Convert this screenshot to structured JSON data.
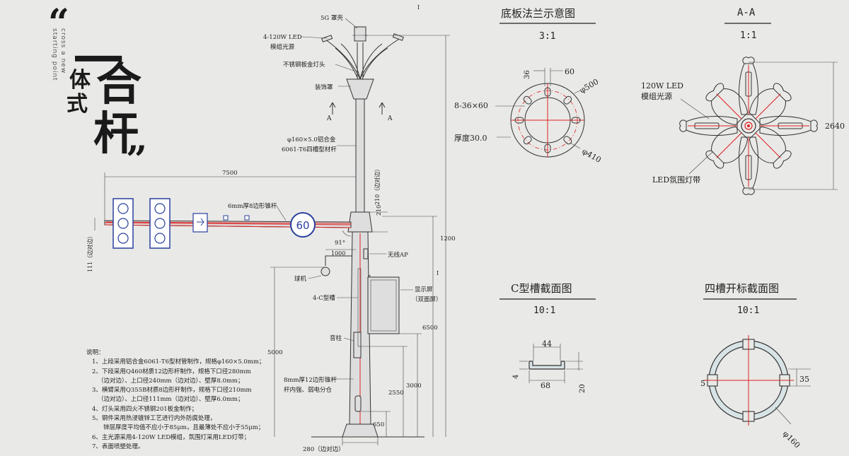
{
  "headline": {
    "open_quote": "“",
    "char_yi": "一",
    "char_ti": "体",
    "char_shi": "式",
    "char_he": "合",
    "char_gan": "杆",
    "close_quote": "”",
    "tagline_1": "cross a new",
    "tagline_2": "starting point"
  },
  "pole": {
    "labels": {
      "5g_cover": "5G 罩壳",
      "led_module": "4-120W LED",
      "led_module_2": "模组光源",
      "lamp_head": "不锈钢板金灯头",
      "decor_cover": "装饰罩",
      "section_a_left": "A",
      "section_a_right": "A",
      "upper_pole": "φ160×5.0铝合金",
      "upper_pole_2": "6061-T6四槽型材杆",
      "arm": "6mm厚8边形锥杆",
      "speed_sign": "60",
      "angle": "91°",
      "wireless_ap": "无线AP",
      "dome_camera": "球机",
      "c_groove": "4-C型槽",
      "display": "显示屏",
      "display_2": "（双面屏）",
      "speaker": "音柱",
      "lower_pole": "8mm厚12边形锥杆",
      "lower_pole_2": "杆内强、弱电分仓",
      "tick_mark": "I"
    },
    "dims": {
      "arm_length": "7500",
      "arm_mount": "210（边对边）",
      "arm_mount_2": "210",
      "arm_end": "111（边对边）",
      "offset": "1000",
      "total": "1200",
      "h6500": "6500",
      "h5000": "5000",
      "h3000": "3000",
      "h2550": "2550",
      "h650": "650",
      "base": "280（边对边）"
    }
  },
  "notes": {
    "title": "说明：",
    "lines": [
      "1、上段采用铝合金6061-T6型材管制作，规格φ160×5.0mm；",
      "2、下段采用Q460材质12边形杆制作，规格下口径280mm",
      "（边对边）、上口径240mm（边对边）、壁厚8.0mm；",
      "3、横臂采用Q355B材质8边形杆制作，规格下口径210mm",
      "（边对边）、上口径111mm（边对边）、壁厚6.0mm；",
      "4、灯头采用四火不锈钢201板金制作；",
      "5、钢件采用热浸镀锌工艺进行内外防腐处理，",
      "锌层厚度平均值不应小于85μm，且最薄处不应小于55μm；",
      "6、主光源采用4-120W LED模组，氛围灯采用LED灯带；",
      "7、表面喷塑处理。"
    ]
  },
  "base_plate": {
    "title": "底板法兰示意图",
    "scale": "3:1",
    "dim_36": "36",
    "dim_60": "60",
    "holes": "8-36×60",
    "thickness": "厚度30.0",
    "d500": "φ500",
    "d410": "φ410"
  },
  "section_aa": {
    "title": "A-A",
    "scale": "1:1",
    "led_label": "120W LED",
    "led_label_2": "模组光源",
    "strip_label": "LED氛围灯带",
    "dim_2640": "2640"
  },
  "c_section": {
    "title": "C型槽截面图",
    "scale": "10:1",
    "dim_44": "44",
    "dim_68": "68",
    "dim_4": "4",
    "dim_20": "20"
  },
  "four_groove": {
    "title": "四槽开标截面图",
    "scale": "10:1",
    "dim_5": "5",
    "dim_35": "35",
    "dim_160": "φ160"
  }
}
